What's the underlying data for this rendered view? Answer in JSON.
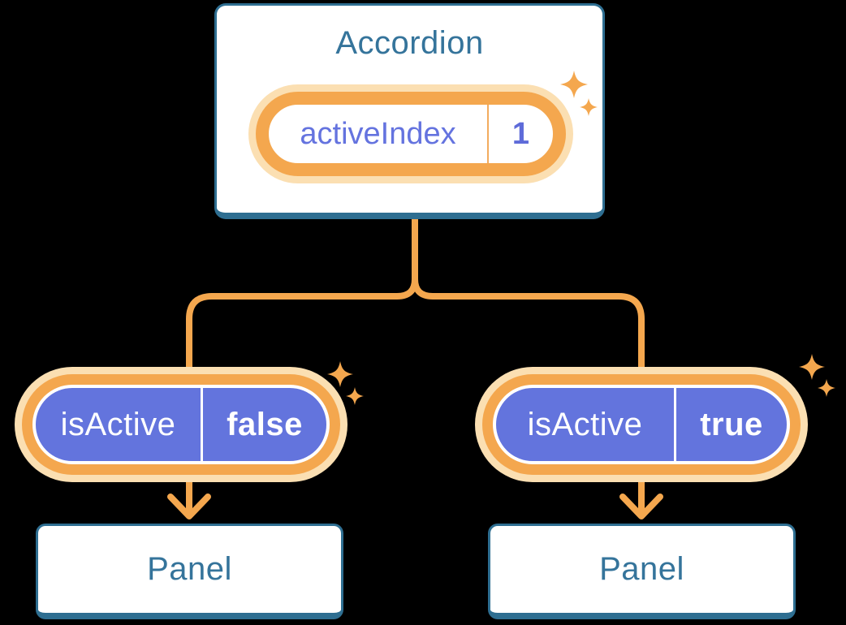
{
  "diagram": {
    "root": {
      "title": "Accordion",
      "state": {
        "name": "activeIndex",
        "value": "1"
      }
    },
    "children": [
      {
        "prop": {
          "name": "isActive",
          "value": "false"
        },
        "title": "Panel"
      },
      {
        "prop": {
          "name": "isActive",
          "value": "true"
        },
        "title": "Panel"
      }
    ],
    "icons": [
      "sparkle-icon"
    ],
    "colors": {
      "accent_orange": "#F4A74E",
      "divider_orange": "#F3AC5E",
      "halo_orange": "#FBDFB2",
      "pill_purple": "#6374DD",
      "state_text_purple": "#6473DF",
      "state_value_purple": "#5E6BD9",
      "box_border_teal": "#2E6E91",
      "box_text_teal": "#35749B",
      "background": "#000000"
    }
  }
}
